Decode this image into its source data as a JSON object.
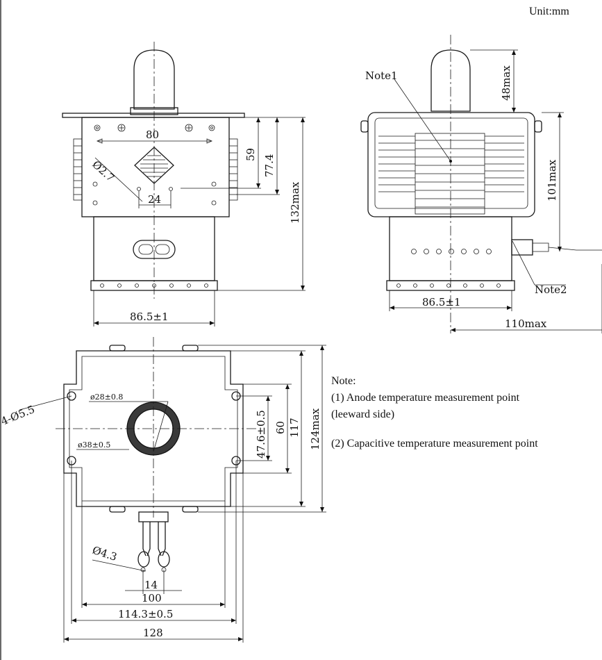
{
  "unit_label": "Unit:mm",
  "top_left_view": {
    "dim_80": "80",
    "dim_59": "59",
    "dim_77_4": "77.4",
    "dim_132max": "132max",
    "dim_phi_2_7": "Ø2.7",
    "dim_24": "24",
    "dim_86_5": "86.5±1"
  },
  "top_right_view": {
    "note1": "Note1",
    "note2": "Note2",
    "dim_48max": "48max",
    "dim_101max": "101max",
    "dim_86_5": "86.5±1",
    "dim_110max": "110max"
  },
  "bottom_view": {
    "dim_4_phi_5_5": "4-Ø5.5",
    "dim_phi_28": "ø28±0.8",
    "dim_phi_38": "ø38±0.5",
    "dim_47_6": "47.6±0.5",
    "dim_60": "60",
    "dim_117": "117",
    "dim_124max": "124max",
    "dim_phi_4_3": "Ø4.3",
    "dim_14": "14",
    "dim_100": "100",
    "dim_114_3": "114.3±0.5",
    "dim_128": "128"
  },
  "notes": {
    "heading": "Note:",
    "line1": "(1) Anode temperature measurement point",
    "line2": "(leeward side)",
    "line3": "(2) Capacitive temperature measurement point"
  }
}
